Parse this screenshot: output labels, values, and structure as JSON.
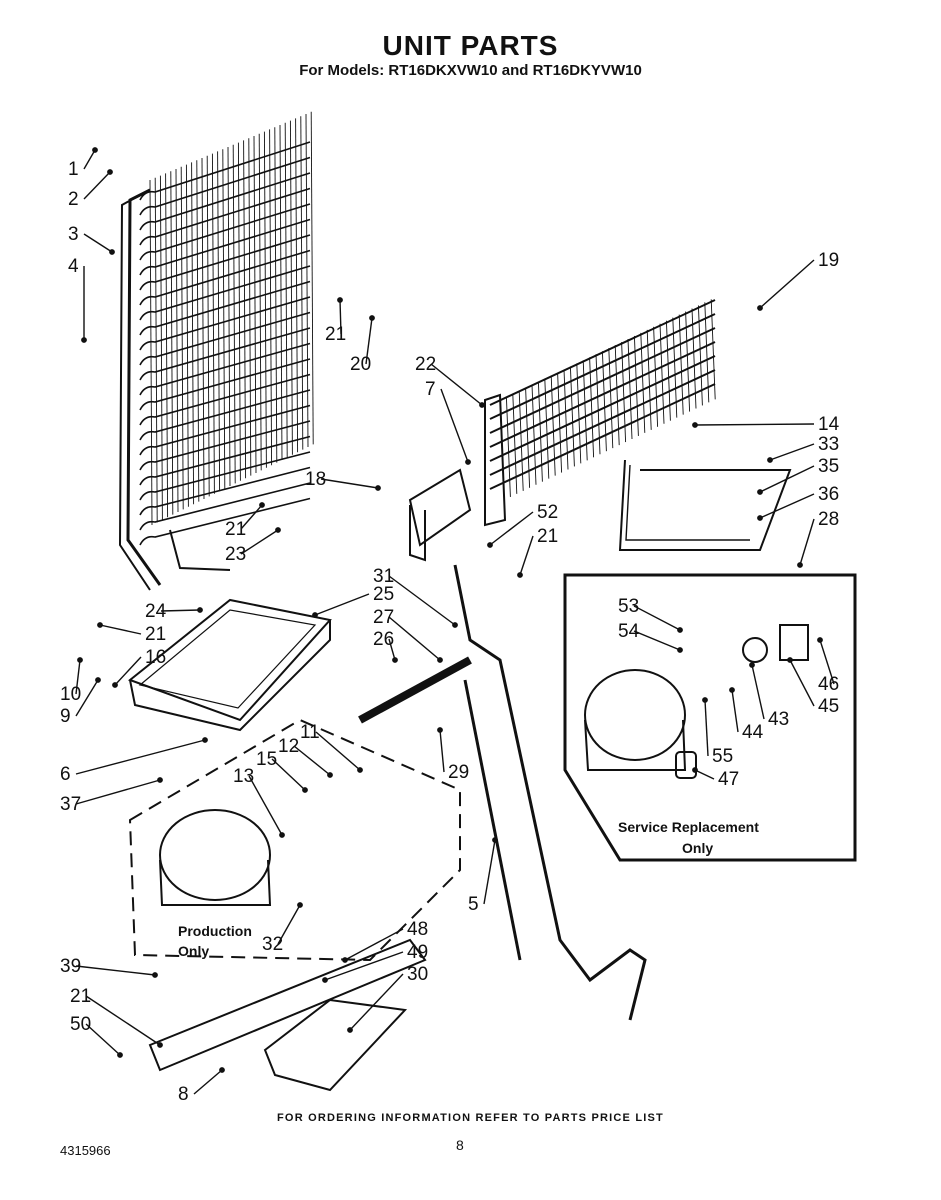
{
  "title": "UNIT PARTS",
  "subtitle": "For Models: RT16DKXVW10 and RT16DKYVW10",
  "footer_note": "FOR ORDERING INFORMATION REFER TO PARTS PRICE LIST",
  "doc_number": "4315966",
  "page_number": "8",
  "notes": {
    "service_line1": "Service Replacement",
    "service_line2": "Only",
    "production_line1": "Production",
    "production_line2": "Only"
  },
  "callouts": [
    {
      "id": "c1",
      "text": "1"
    },
    {
      "id": "c2",
      "text": "2"
    },
    {
      "id": "c3",
      "text": "3"
    },
    {
      "id": "c4",
      "text": "4"
    },
    {
      "id": "c21a",
      "text": "21"
    },
    {
      "id": "c20",
      "text": "20"
    },
    {
      "id": "c19",
      "text": "19"
    },
    {
      "id": "c22",
      "text": "22"
    },
    {
      "id": "c7",
      "text": "7"
    },
    {
      "id": "c14",
      "text": "14"
    },
    {
      "id": "c33",
      "text": "33"
    },
    {
      "id": "c35",
      "text": "35"
    },
    {
      "id": "c18",
      "text": "18"
    },
    {
      "id": "c36",
      "text": "36"
    },
    {
      "id": "c28",
      "text": "28"
    },
    {
      "id": "c21b",
      "text": "21"
    },
    {
      "id": "c23",
      "text": "23"
    },
    {
      "id": "c52",
      "text": "52"
    },
    {
      "id": "c21c",
      "text": "21"
    },
    {
      "id": "c31",
      "text": "31"
    },
    {
      "id": "c25",
      "text": "25"
    },
    {
      "id": "c27",
      "text": "27"
    },
    {
      "id": "c24",
      "text": "24"
    },
    {
      "id": "c21d",
      "text": "21"
    },
    {
      "id": "c26",
      "text": "26"
    },
    {
      "id": "c16",
      "text": "16"
    },
    {
      "id": "c10",
      "text": "10"
    },
    {
      "id": "c9",
      "text": "9"
    },
    {
      "id": "c53",
      "text": "53"
    },
    {
      "id": "c54",
      "text": "54"
    },
    {
      "id": "c46",
      "text": "46"
    },
    {
      "id": "c45",
      "text": "45"
    },
    {
      "id": "c43",
      "text": "43"
    },
    {
      "id": "c44",
      "text": "44"
    },
    {
      "id": "c55",
      "text": "55"
    },
    {
      "id": "c47",
      "text": "47"
    },
    {
      "id": "c11",
      "text": "11"
    },
    {
      "id": "c12",
      "text": "12"
    },
    {
      "id": "c15",
      "text": "15"
    },
    {
      "id": "c13",
      "text": "13"
    },
    {
      "id": "c6",
      "text": "6"
    },
    {
      "id": "c37",
      "text": "37"
    },
    {
      "id": "c29",
      "text": "29"
    },
    {
      "id": "c5",
      "text": "5"
    },
    {
      "id": "c32",
      "text": "32"
    },
    {
      "id": "c48",
      "text": "48"
    },
    {
      "id": "c49",
      "text": "49"
    },
    {
      "id": "c30",
      "text": "30"
    },
    {
      "id": "c39",
      "text": "39"
    },
    {
      "id": "c21e",
      "text": "21"
    },
    {
      "id": "c50",
      "text": "50"
    },
    {
      "id": "c8",
      "text": "8"
    }
  ]
}
